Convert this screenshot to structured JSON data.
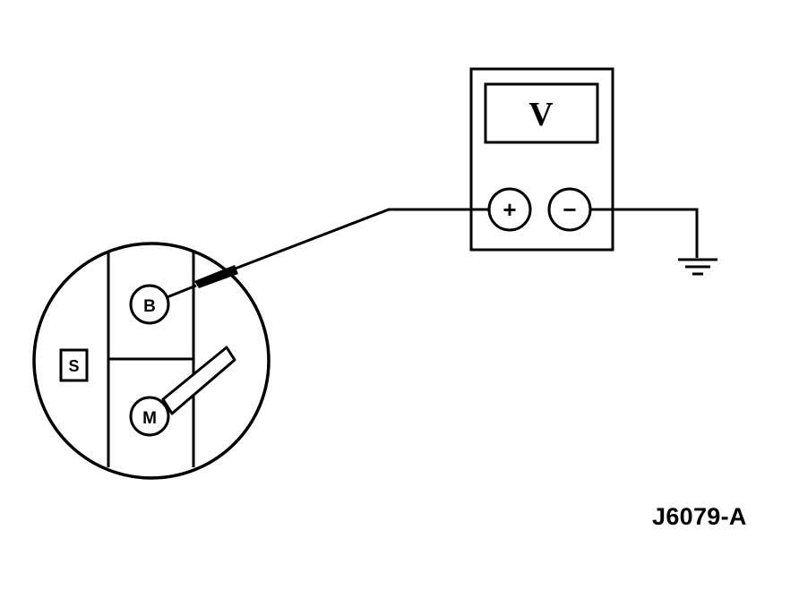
{
  "meter": {
    "display_symbol": "V",
    "positive_terminal_symbol": "+",
    "negative_terminal_symbol": "−"
  },
  "solenoid": {
    "terminal_b_label": "B",
    "terminal_m_label": "M",
    "terminal_s_label": "S"
  },
  "figure_id": "J6079-A",
  "colors": {
    "line": "#000000",
    "background": "#ffffff"
  }
}
